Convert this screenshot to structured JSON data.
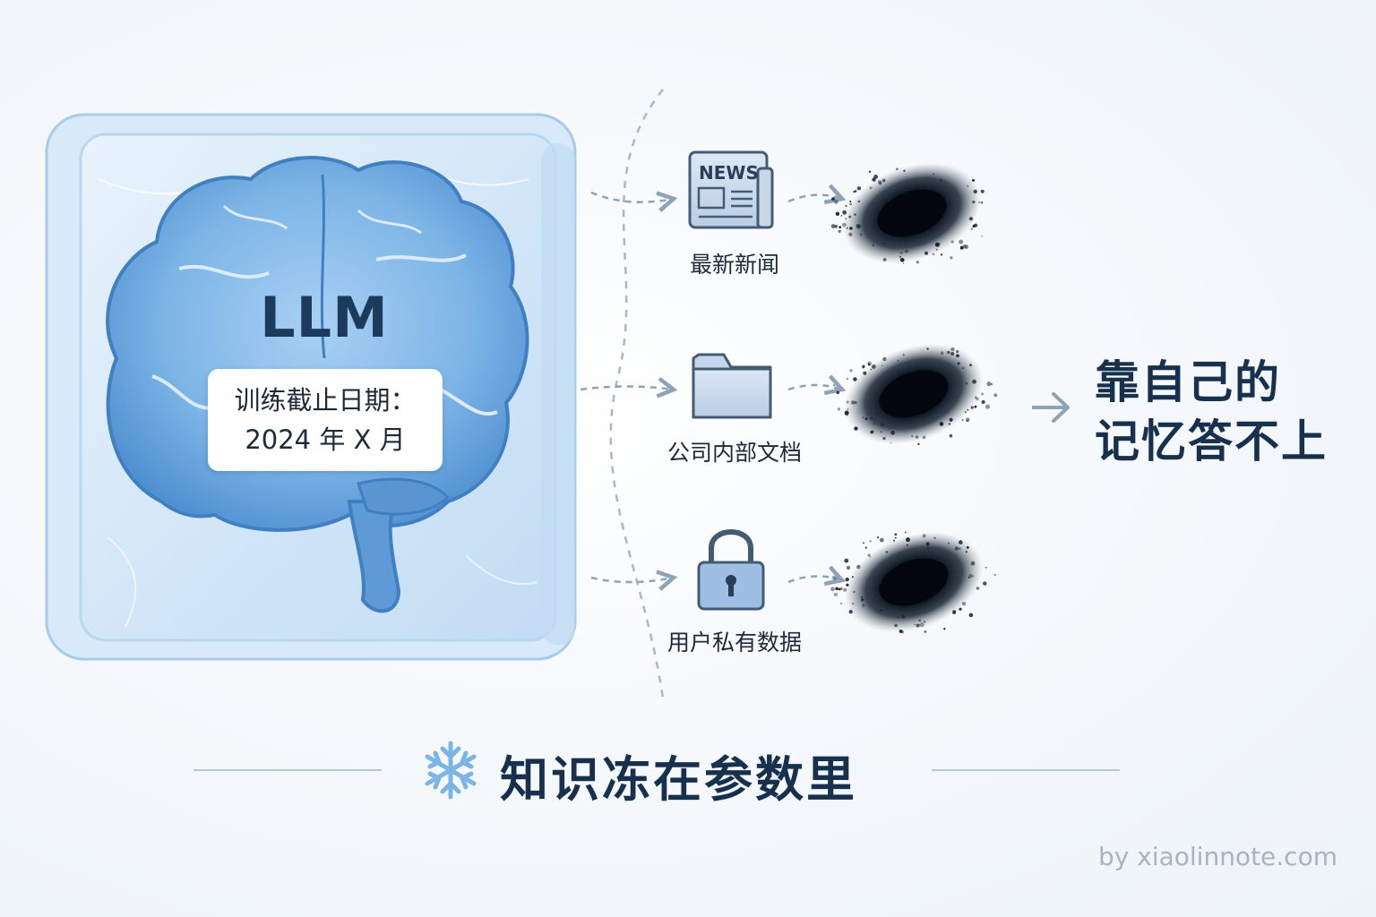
{
  "brain_block": {
    "model_label": "LLM",
    "cutoff_line1": "训练截止日期：",
    "cutoff_line2": "2024 年 X 月"
  },
  "sources": [
    {
      "icon": "newspaper-icon",
      "icon_text": "NEWS",
      "label": "最新新闻"
    },
    {
      "icon": "folder-icon",
      "label": "公司内部文档"
    },
    {
      "icon": "lock-icon",
      "label": "用户私有数据"
    }
  ],
  "conclusion": {
    "line1": "靠自己的",
    "line2": "记忆答不上"
  },
  "footer": {
    "icon": "snowflake-icon",
    "title": "知识冻在参数里"
  },
  "credit": "by xiaolinnote.com",
  "colors": {
    "ice_blue": "#cfe4f7",
    "brain_blue": "#5b9bd8",
    "dark_navy": "#17304d",
    "arrow_gray": "#8fa3b6",
    "snowflake": "#7bb4e6"
  }
}
